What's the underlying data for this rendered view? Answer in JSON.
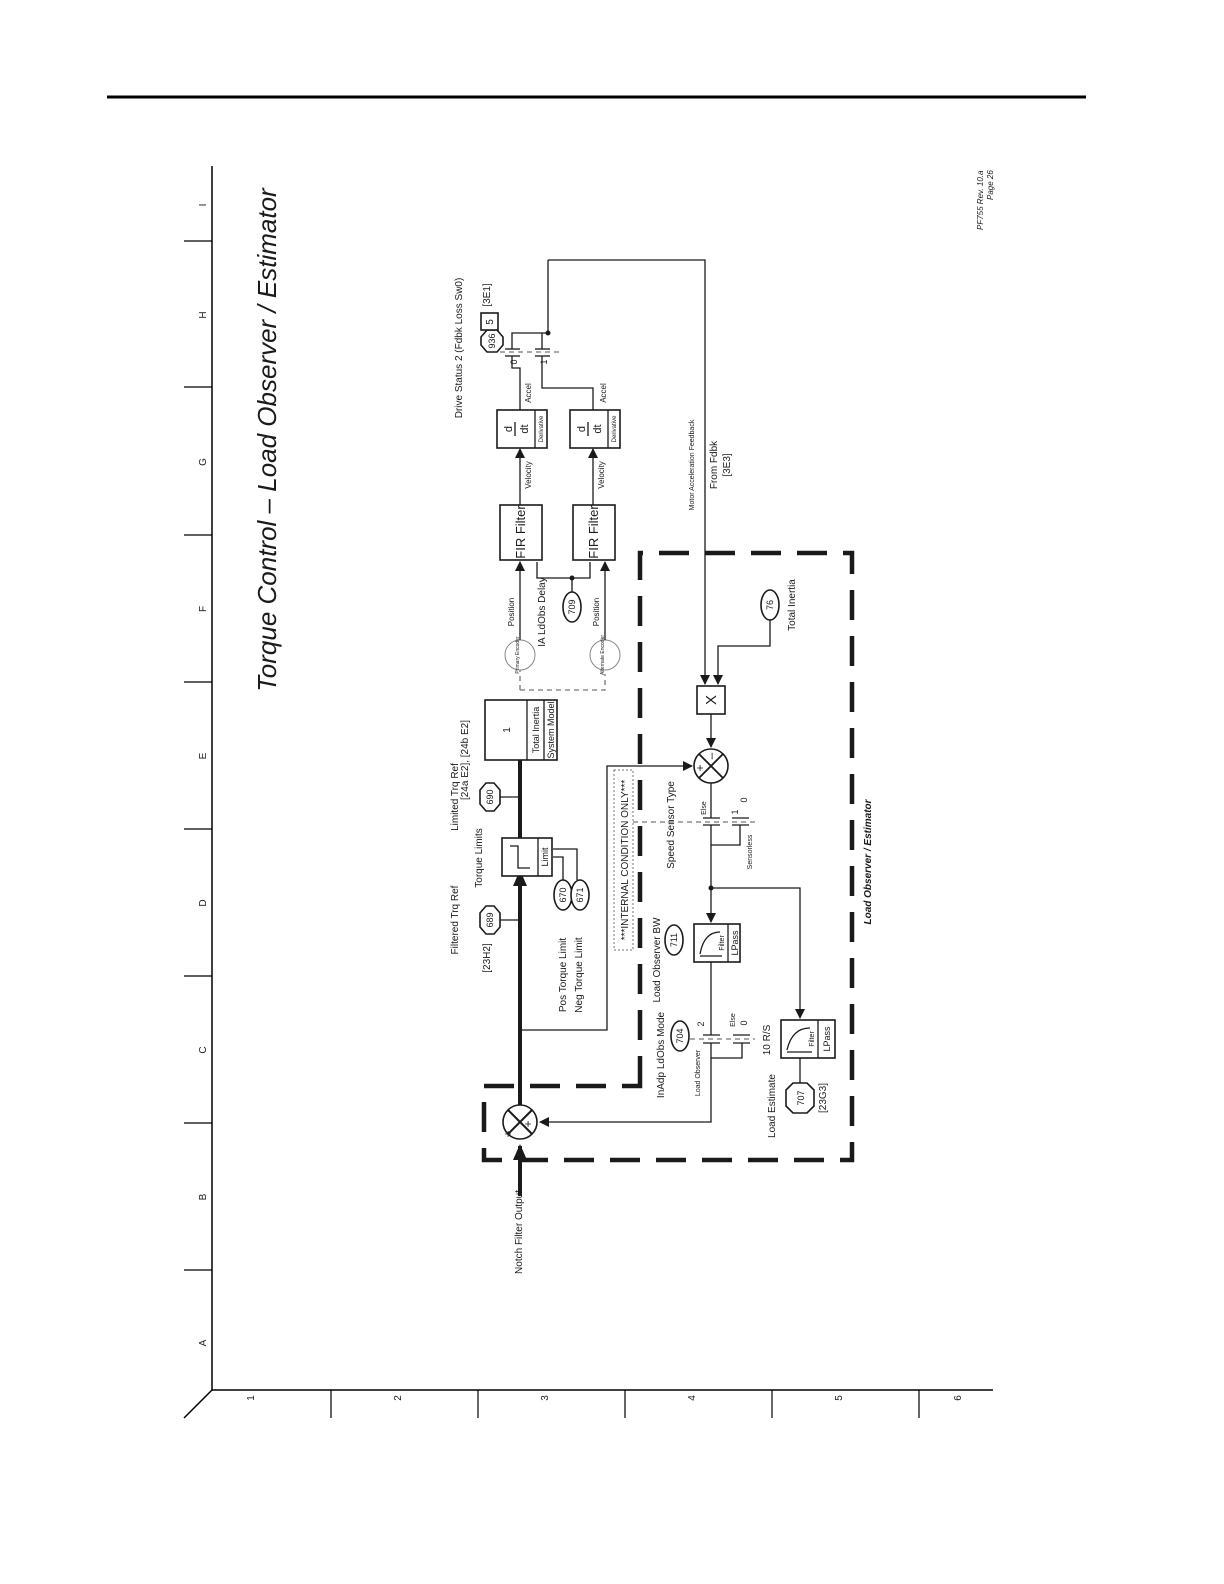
{
  "title": "Torque Control – Load Observer / Estimator",
  "revision": {
    "line1": "PF755 Rev. 10.a",
    "line2": "Page 26"
  },
  "grid": {
    "letters": [
      "A",
      "B",
      "C",
      "D",
      "E",
      "F",
      "G",
      "H",
      "I"
    ],
    "numbers": [
      "1",
      "2",
      "3",
      "4",
      "5",
      "6"
    ]
  },
  "inputs": {
    "notch_filter": "Notch Filter Output"
  },
  "params": {
    "filtered_trq_ref": {
      "number": "689",
      "label": "Filtered Trq Ref",
      "xref": "[23H2]"
    },
    "torque_limits_label": "Torque Limits",
    "limit_label": "Limit",
    "pos_torque_limit": {
      "number": "670",
      "label": "Pos Torque Limit"
    },
    "neg_torque_limit": {
      "number": "671",
      "label": "Neg Torque Limit"
    },
    "limited_trq_ref": {
      "number": "690",
      "label": "Limited Trq Ref"
    },
    "system_model": {
      "xref": "[24a E2], [24b E2]",
      "value": "1",
      "label1": "Total Inertia",
      "label2": "System Model"
    },
    "drive_status": {
      "number": "936",
      "label": "Drive Status 2 (Fdbk Loss Sw0)",
      "bit": "5",
      "xref": "[3E1]"
    },
    "ldobs_delay": {
      "number": "709",
      "label": "IA LdObs Delay"
    },
    "total_inertia": {
      "number": "76",
      "label": "Total Inertia"
    },
    "speed_sensor_type": {
      "label": "Speed Sensor Type",
      "else": "Else",
      "sensorless": "Sensorless",
      "one": "1",
      "zero": "0"
    },
    "load_observer_bw": {
      "number": "711",
      "label": "Load Observer BW"
    },
    "inadp_ldobs_mode": {
      "number": "704",
      "label": "InAdp LdObs Mode",
      "two": "2",
      "else": "Else",
      "zero": "0",
      "load_observer": "Load Observer"
    },
    "load_estimate": {
      "number": "707",
      "label": "Load Estimate",
      "xref": "[23G3]"
    },
    "rs": "10 R/S"
  },
  "blocks": {
    "fir_filter": "FIR Filter",
    "primary_encoder": "Primary Encoder",
    "alternate_encoder": "Alternate Encoder",
    "position": "Position",
    "velocity": "Velocity",
    "derivative": "Derivative",
    "d": "d",
    "dt": "dt",
    "accel": "Accel",
    "sw0": "0",
    "sw1": "1",
    "motor_accel_fdbk": "Motor Acceleration Feedback",
    "from_fdbk": "From Fdbk",
    "from_fdbk_xref": "[3E3]",
    "multiplier": "X",
    "filter": "Filter",
    "lpass": "LPass",
    "plus": "+",
    "minus": "–",
    "internal_condition": "***INTERNAL CONDITION ONLY***",
    "load_observer_estimator": "Load Observer / Estimator"
  }
}
